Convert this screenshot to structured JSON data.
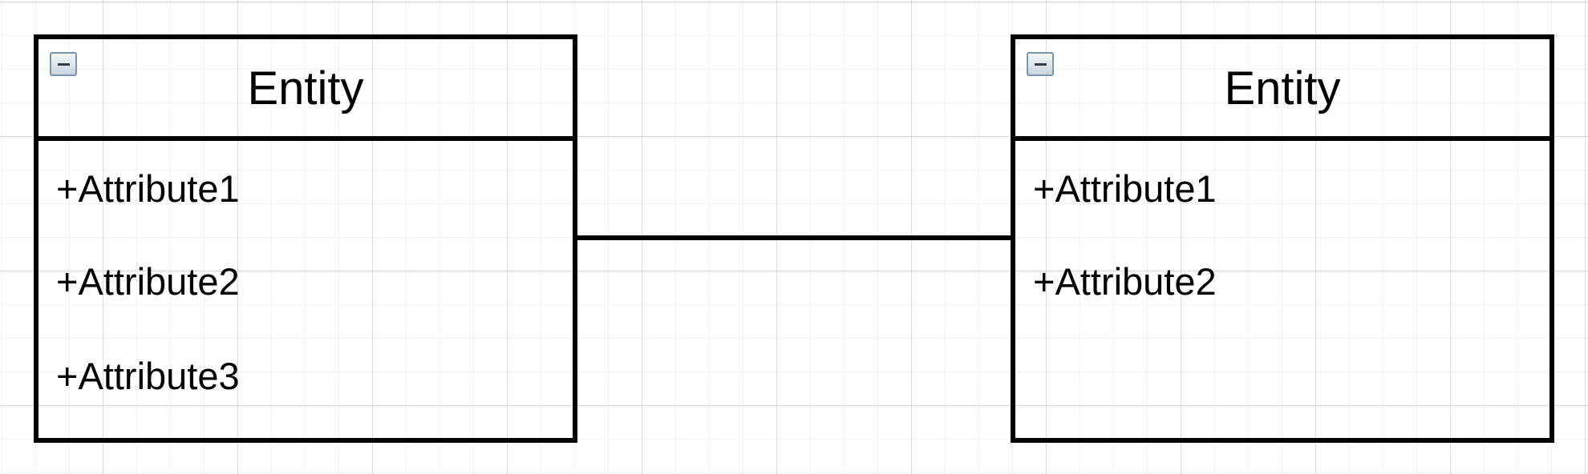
{
  "diagram": {
    "entities": [
      {
        "title": "Entity",
        "attributes": [
          "+Attribute1",
          "+Attribute2",
          "+Attribute3"
        ]
      },
      {
        "title": "Entity",
        "attributes": [
          "+Attribute1",
          "+Attribute2"
        ]
      }
    ],
    "colors": {
      "stroke": "#000000",
      "grid_major": "#dcdcdc",
      "grid_minor": "#f0f0f0",
      "background": "#ffffff"
    },
    "icons": {
      "collapse": "collapse-minus-icon"
    }
  }
}
